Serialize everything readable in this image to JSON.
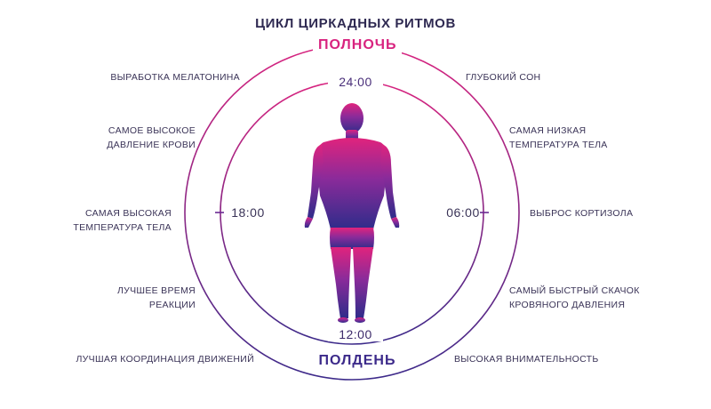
{
  "title": "ЦИКЛ ЦИРКАДНЫХ РИТМОВ",
  "colors": {
    "top": "#d8237f",
    "bottom": "#3c2a8a",
    "text": "#3a3357"
  },
  "clock": {
    "midnight_caption": "ПОЛНОЧЬ",
    "noon_caption": "ПОЛДЕНЬ",
    "top_time": "24:00",
    "bottom_time": "12:00",
    "left_time": "18:00",
    "right_time": "06:00"
  },
  "body_figure": "human-silhouette",
  "left_labels": [
    "ВЫРАБОТКА МЕЛАТОНИНА",
    "САМОЕ ВЫСОКОЕ\nДАВЛЕНИЕ КРОВИ",
    "САМАЯ ВЫСОКАЯ\nТЕМПЕРАТУРА ТЕЛА",
    "ЛУЧШЕЕ ВРЕМЯ\nРЕАКЦИИ",
    "ЛУЧШАЯ КООРДИНАЦИЯ ДВИЖЕНИЙ"
  ],
  "right_labels": [
    "ГЛУБОКИЙ СОН",
    "САМАЯ НИЗКАЯ\nТЕМПЕРАТУРА ТЕЛА",
    "ВЫБРОС КОРТИЗОЛА",
    "САМЫЙ БЫСТРЫЙ СКАЧОК\nКРОВЯНОГО ДАВЛЕНИЯ",
    "ВЫСОКАЯ ВНИМАТЕЛЬНОСТЬ"
  ]
}
